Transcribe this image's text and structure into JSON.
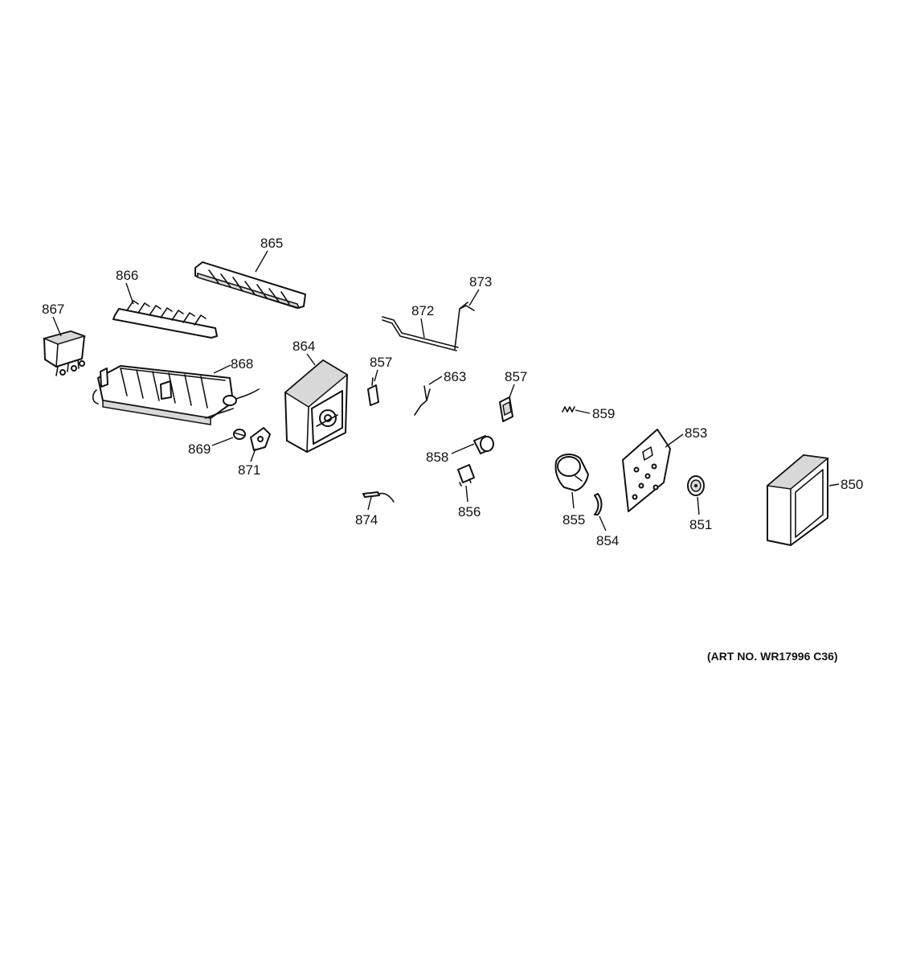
{
  "callouts": {
    "p850": "850",
    "p851": "851",
    "p853": "853",
    "p854": "854",
    "p855": "855",
    "p856": "856",
    "p857a": "857",
    "p857b": "857",
    "p858": "858",
    "p859": "859",
    "p863": "863",
    "p864": "864",
    "p865": "865",
    "p866": "866",
    "p867": "867",
    "p868": "868",
    "p869": "869",
    "p871": "871",
    "p872": "872",
    "p873": "873",
    "p874": "874"
  },
  "art_number": "(ART NO. WR17996 C36)"
}
